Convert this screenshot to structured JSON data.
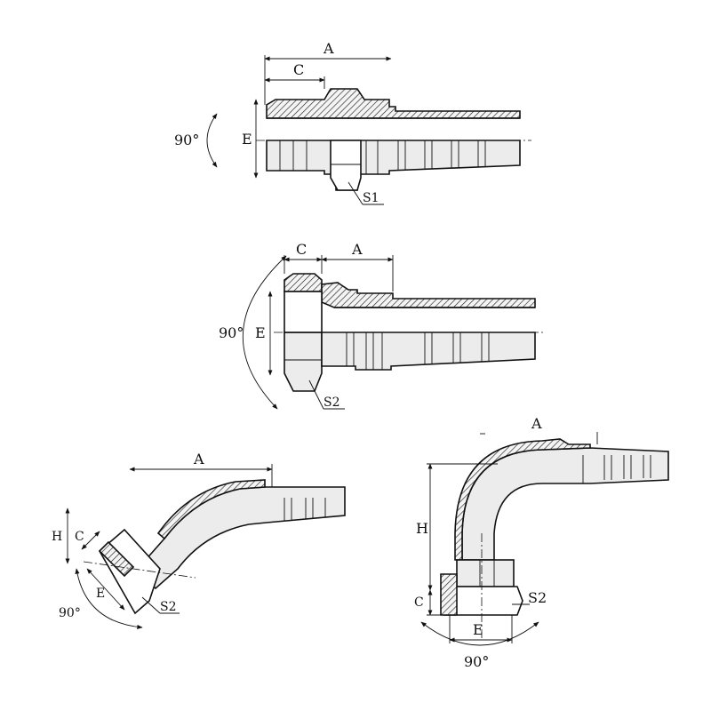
{
  "figures": [
    {
      "id": "male-straight",
      "labels": {
        "a": "A",
        "c": "C",
        "e": "E",
        "angle": "90°",
        "hex": "S1"
      }
    },
    {
      "id": "female-straight",
      "labels": {
        "a": "A",
        "c": "C",
        "e": "E",
        "angle": "90°",
        "hex": "S2"
      }
    },
    {
      "id": "female-45-elbow",
      "labels": {
        "a": "A",
        "c": "C",
        "e": "E",
        "h": "H",
        "angle": "90°",
        "hex": "S2"
      }
    },
    {
      "id": "female-90-elbow",
      "labels": {
        "a": "A",
        "c": "C",
        "e": "E",
        "h": "H",
        "angle": "90°",
        "hex": "S2"
      }
    }
  ]
}
